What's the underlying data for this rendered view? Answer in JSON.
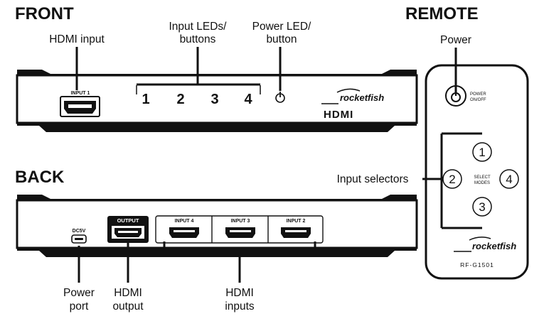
{
  "headings": {
    "front": "FRONT",
    "back": "BACK",
    "remote": "REMOTE"
  },
  "front": {
    "callouts": {
      "hdmi_input": "HDMI input",
      "input_leds_line1": "Input LEDs/",
      "input_leds_line2": "buttons",
      "power_led_line1": "Power LED/",
      "power_led_line2": "button"
    },
    "port_label": "INPUT 1",
    "led_numbers": [
      "1",
      "2",
      "3",
      "4"
    ],
    "power_symbol": "⏻",
    "brand": "rocketfish",
    "hdmi_logo": "HDMI"
  },
  "back": {
    "dc_label": "DC5V",
    "output_label": "OUTPUT",
    "input_labels": [
      "INPUT 4",
      "INPUT 3",
      "INPUT 2"
    ],
    "callouts": {
      "power_port_line1": "Power",
      "power_port_line2": "port",
      "hdmi_output_line1": "HDMI",
      "hdmi_output_line2": "output",
      "hdmi_inputs_line1": "HDMI",
      "hdmi_inputs_line2": "inputs"
    }
  },
  "remote": {
    "callouts": {
      "power": "Power",
      "input_selectors": "Input selectors"
    },
    "power_label_line1": "POWER",
    "power_label_line2": "ON/OFF",
    "select_line1": "SELECT",
    "select_line2": "MODES",
    "buttons": [
      "1",
      "2",
      "3",
      "4"
    ],
    "brand": "rocketfish",
    "model": "RF-G1501"
  },
  "colors": {
    "ink": "#111111",
    "background": "#ffffff"
  }
}
